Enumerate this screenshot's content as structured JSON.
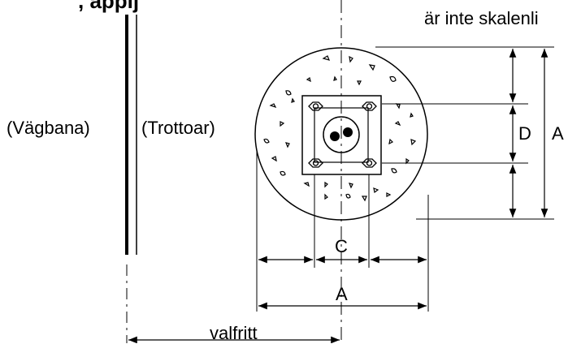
{
  "header": {
    "title_fragment": ", applj",
    "scale_note": "är inte skalenli"
  },
  "labels": {
    "road": "(Vägbana)",
    "sidewalk": "(Trottoar)",
    "distance": "valfritt"
  },
  "dimensions": {
    "a_vertical": "A",
    "d_vertical": "D",
    "c_horizontal": "C",
    "a_horizontal": "A"
  },
  "colors": {
    "line": "#000000",
    "background": "#ffffff"
  }
}
